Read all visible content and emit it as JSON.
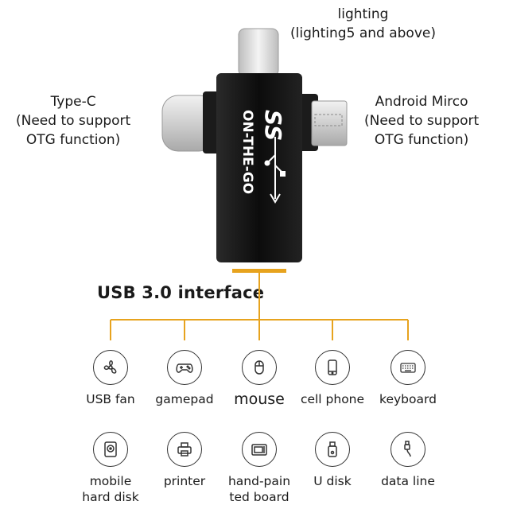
{
  "callouts": {
    "lighting": {
      "line1": "lighting",
      "line2": "(lighting5 and above)"
    },
    "type_c": {
      "line1": "Type-C",
      "line2": "(Need to support",
      "line3": "OTG function)"
    },
    "micro": {
      "line1": "Android Mirco",
      "line2": "(Need to support",
      "line3": "OTG function)"
    }
  },
  "adapter": {
    "brand_ss": "SS",
    "brand_text": "ON-THE-GO"
  },
  "interface_label": "USB 3.0 interface",
  "devices_row1": [
    {
      "label": "USB fan",
      "icon": "fan-icon"
    },
    {
      "label": "gamepad",
      "icon": "gamepad-icon"
    },
    {
      "label": "mouse",
      "icon": "mouse-icon"
    },
    {
      "label": "cell phone",
      "icon": "cell-phone-icon"
    },
    {
      "label": "keyboard",
      "icon": "keyboard-icon"
    }
  ],
  "devices_row2": [
    {
      "line1": "mobile",
      "line2": "hard disk",
      "icon": "hard-disk-icon"
    },
    {
      "line1": "printer",
      "line2": "",
      "icon": "printer-icon"
    },
    {
      "line1": "hand-pain",
      "line2": "ted board",
      "icon": "drawing-board-icon"
    },
    {
      "line1": "U disk",
      "line2": "",
      "icon": "u-disk-icon"
    },
    {
      "line1": "data line",
      "line2": "",
      "icon": "data-cable-icon"
    }
  ],
  "colors": {
    "accent_line": "#e7a31e",
    "device_body": "#111111",
    "connector_silver": "#d9d9d9"
  }
}
